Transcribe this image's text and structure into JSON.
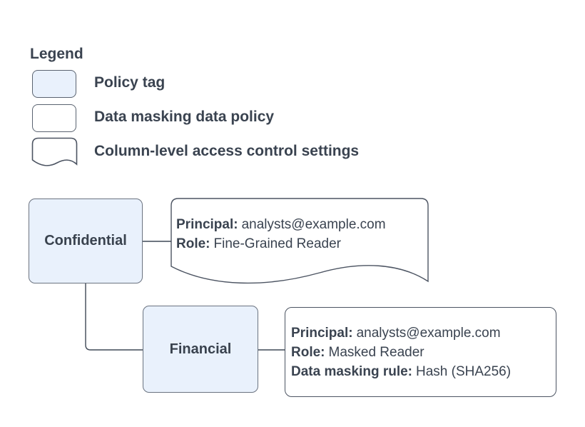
{
  "colors": {
    "policy_tag_fill": "#e9f1fc",
    "shape_border": "#4c5462",
    "connector": "#3f4856",
    "text": "#3a4350",
    "background": "#ffffff"
  },
  "legend": {
    "title": "Legend",
    "items": [
      {
        "swatch": "policy-tag-swatch",
        "label": "Policy tag"
      },
      {
        "swatch": "data-masking-policy-swatch",
        "label": "Data masking data policy"
      },
      {
        "swatch": "column-access-control-swatch",
        "label": "Column-level access control settings"
      }
    ]
  },
  "diagram": {
    "policy_tags": [
      {
        "id": "confidential",
        "label": "Confidential"
      },
      {
        "id": "financial",
        "label": "Financial"
      }
    ],
    "access_control_note": {
      "shape": "document",
      "lines": [
        {
          "label": "Principal:",
          "value": "analysts@example.com"
        },
        {
          "label": "Role:",
          "value": "Fine-Grained Reader"
        }
      ]
    },
    "data_policy_note": {
      "shape": "rounded-rectangle",
      "lines": [
        {
          "label": "Principal:",
          "value": "analysts@example.com"
        },
        {
          "label": "Role:",
          "value": "Masked Reader"
        },
        {
          "label": "Data masking rule:",
          "value": "Hash (SHA256)"
        }
      ]
    }
  }
}
